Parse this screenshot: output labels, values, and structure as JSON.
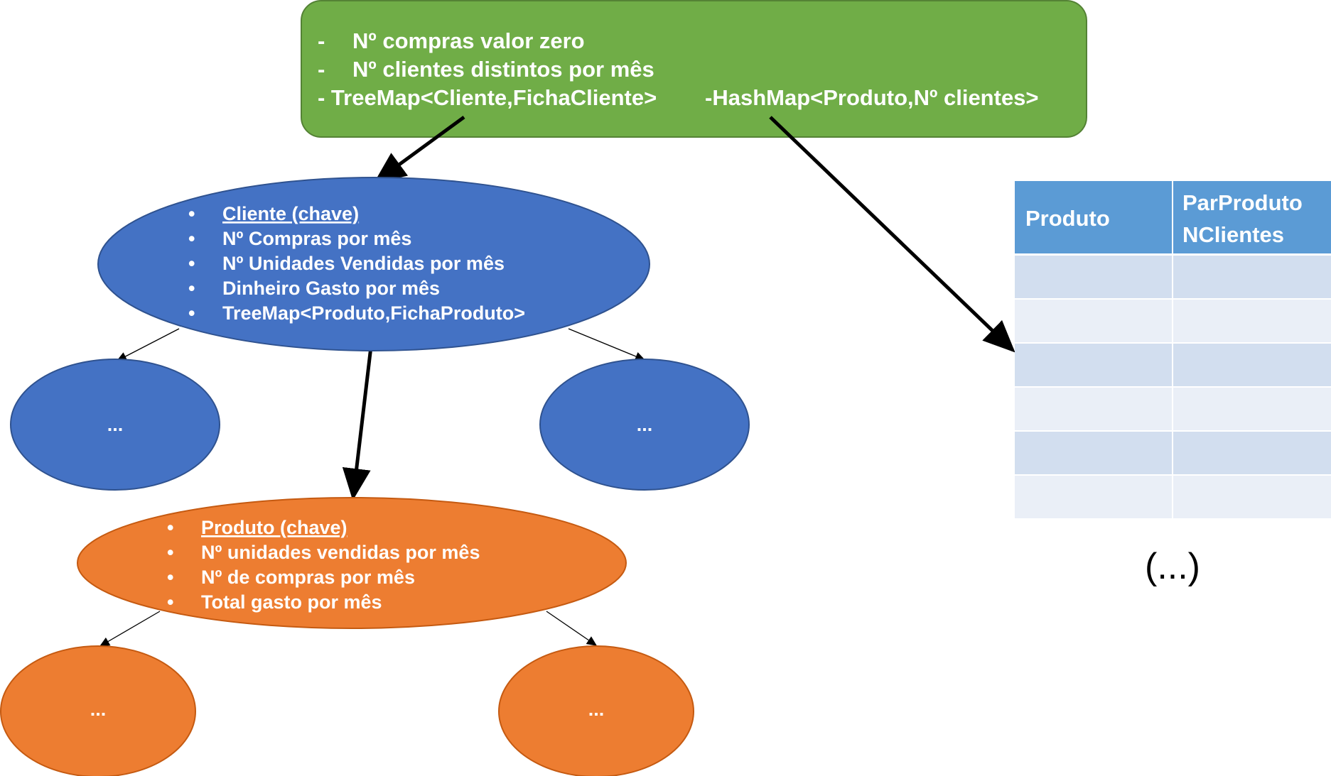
{
  "green_box": {
    "lines": [
      "Nº compras valor zero",
      "Nº clientes distintos por mês",
      "- TreeMap<Cliente,FichaCliente>",
      "-HashMap<Produto,Nº clientes>"
    ],
    "color": "#70AD47"
  },
  "cliente_node": {
    "key_label": "Cliente (chave)",
    "items": [
      "Nº Compras por mês",
      "Nº Unidades Vendidas por mês",
      "Dinheiro Gasto por mês",
      "TreeMap<Produto,FichaProduto>"
    ],
    "color": "#4472C4"
  },
  "cliente_children": [
    "...",
    "..."
  ],
  "produto_node": {
    "key_label": "Produto (chave)",
    "items": [
      "Nº unidades vendidas por mês",
      "Nº de compras por mês",
      "Total gasto por mês"
    ],
    "color": "#ED7D31"
  },
  "produto_children": [
    "...",
    "..."
  ],
  "table": {
    "headers": [
      "Produto",
      "ParProduto NClientes"
    ],
    "header_lines": [
      "ParProduto",
      "NClientes"
    ],
    "row_count": 6,
    "header_color": "#5B9BD5",
    "row_colors": [
      "#D2DEEF",
      "#EAEFF7"
    ]
  },
  "table_continuation": "(...)"
}
